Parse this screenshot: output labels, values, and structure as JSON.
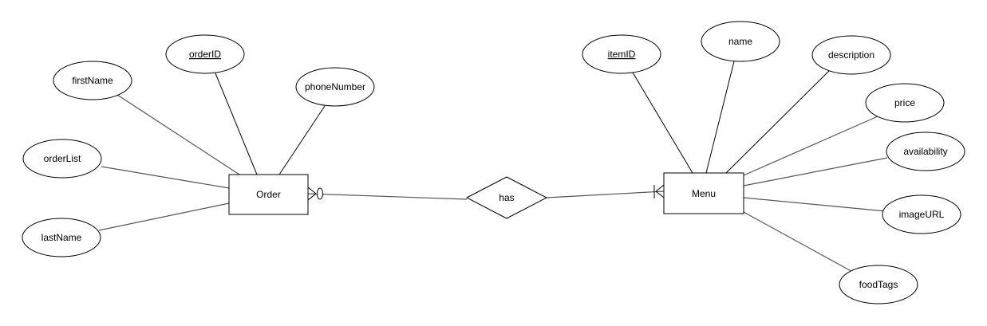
{
  "entities": {
    "order": {
      "label": "Order"
    },
    "menu": {
      "label": "Menu"
    }
  },
  "relationship": {
    "label": "has"
  },
  "order_attributes": {
    "order_id": {
      "label": "orderID",
      "key": true
    },
    "first_name": {
      "label": "firstName"
    },
    "phone_number": {
      "label": "phoneNumber"
    },
    "order_list": {
      "label": "orderList"
    },
    "last_name": {
      "label": "lastName"
    }
  },
  "menu_attributes": {
    "item_id": {
      "label": "itemID",
      "key": true
    },
    "name": {
      "label": "name"
    },
    "description": {
      "label": "description"
    },
    "price": {
      "label": "price"
    },
    "availability": {
      "label": "availability"
    },
    "image_url": {
      "label": "imageURL"
    },
    "food_tags": {
      "label": "foodTags"
    }
  },
  "cardinality": {
    "order_side": "zero-or-many",
    "menu_side": "one-or-many"
  }
}
